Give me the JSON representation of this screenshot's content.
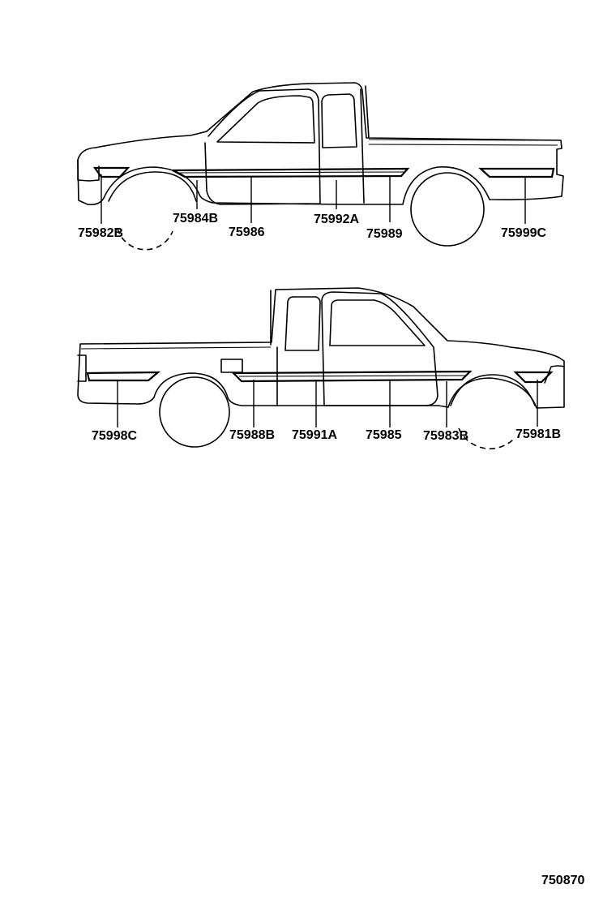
{
  "top_view": {
    "labels": [
      "75982B",
      "75984B",
      "75986",
      "75992A",
      "75989",
      "75999C"
    ]
  },
  "bottom_view": {
    "labels": [
      "75998C",
      "75988B",
      "75991A",
      "75985",
      "75983B",
      "75981B"
    ]
  },
  "figure_id": "750870"
}
